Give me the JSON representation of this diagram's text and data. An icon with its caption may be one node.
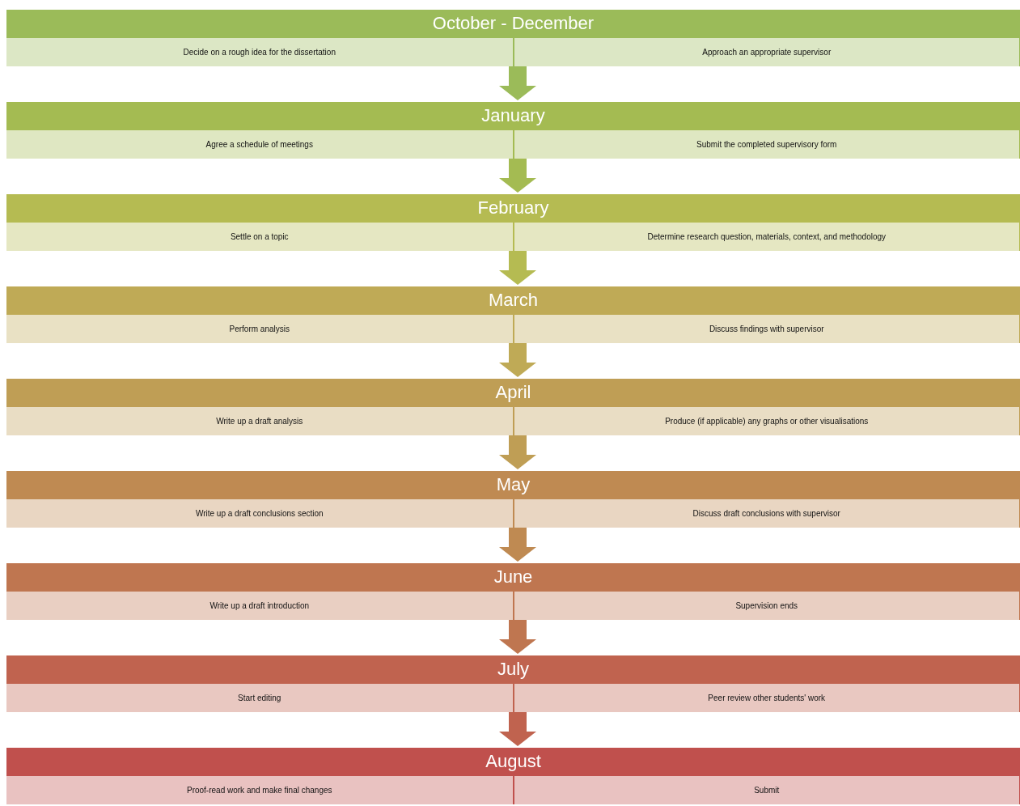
{
  "diagram": {
    "nodes": [
      {
        "text": [
          "October - December"
        ]
      },
      {
        "text": [
          "Decide on a rough idea for the dissertation"
        ],
        "in": 0
      },
      {
        "text": [
          "Approach an appropriate supervisor"
        ],
        "in": 0
      },
      {
        "text": [
          "January"
        ]
      },
      {
        "text": [
          "Agree a schedule of meetings"
        ],
        "in": 3
      },
      {
        "text": [
          "Submit the completed supervisory form"
        ],
        "in": 3
      },
      {
        "text": [
          "February"
        ]
      },
      {
        "text": [
          "Settle on a topic"
        ],
        "in": 6
      },
      {
        "text": [
          "Determine research question, materials, context, and methodology"
        ],
        "in": 6
      },
      {
        "text": [
          "March"
        ]
      },
      {
        "text": [
          "Perform analysis"
        ],
        "in": 9
      },
      {
        "text": [
          "Discuss findings with supervisor"
        ],
        "in": 9
      },
      {
        "text": [
          "April"
        ]
      },
      {
        "text": [
          "Write up a draft analysis"
        ],
        "in": 12
      },
      {
        "text": [
          "Produce (if applicable) any graphs or other visualisations"
        ],
        "in": 12
      },
      {
        "text": [
          "May"
        ]
      },
      {
        "text": [
          "Write up a draft conclusions section"
        ],
        "in": 15
      },
      {
        "text": [
          "Discuss draft conclusions with supervisor"
        ],
        "in": 15
      },
      {
        "text": [
          "June"
        ]
      },
      {
        "text": [
          "Write up a draft introduction"
        ],
        "in": 18
      },
      {
        "text": [
          "Supervision ends"
        ],
        "in": 18
      },
      {
        "text": [
          "July"
        ]
      },
      {
        "text": [
          "Start editing"
        ],
        "in": 21
      },
      {
        "text": [
          "Peer review other students' work"
        ],
        "in": 21
      },
      {
        "text": [
          "August"
        ]
      },
      {
        "text": [
          "Proof-read work and make final changes"
        ],
        "in": 24
      },
      {
        "text": [
          "Submit"
        ],
        "in": 24
      }
    ],
    "edges": [
      {
        "from": 0,
        "to": 3,
        "arrow": "to"
      },
      {
        "from": 3,
        "to": 6,
        "arrow": "to"
      },
      {
        "from": 6,
        "to": 9,
        "arrow": "to"
      },
      {
        "from": 9,
        "to": 12,
        "arrow": "to"
      },
      {
        "from": 12,
        "to": 15,
        "arrow": "to"
      },
      {
        "from": 15,
        "to": 18,
        "arrow": "to"
      },
      {
        "from": 18,
        "to": 21,
        "arrow": "to"
      },
      {
        "from": 21,
        "to": 24,
        "arrow": "to"
      }
    ]
  }
}
